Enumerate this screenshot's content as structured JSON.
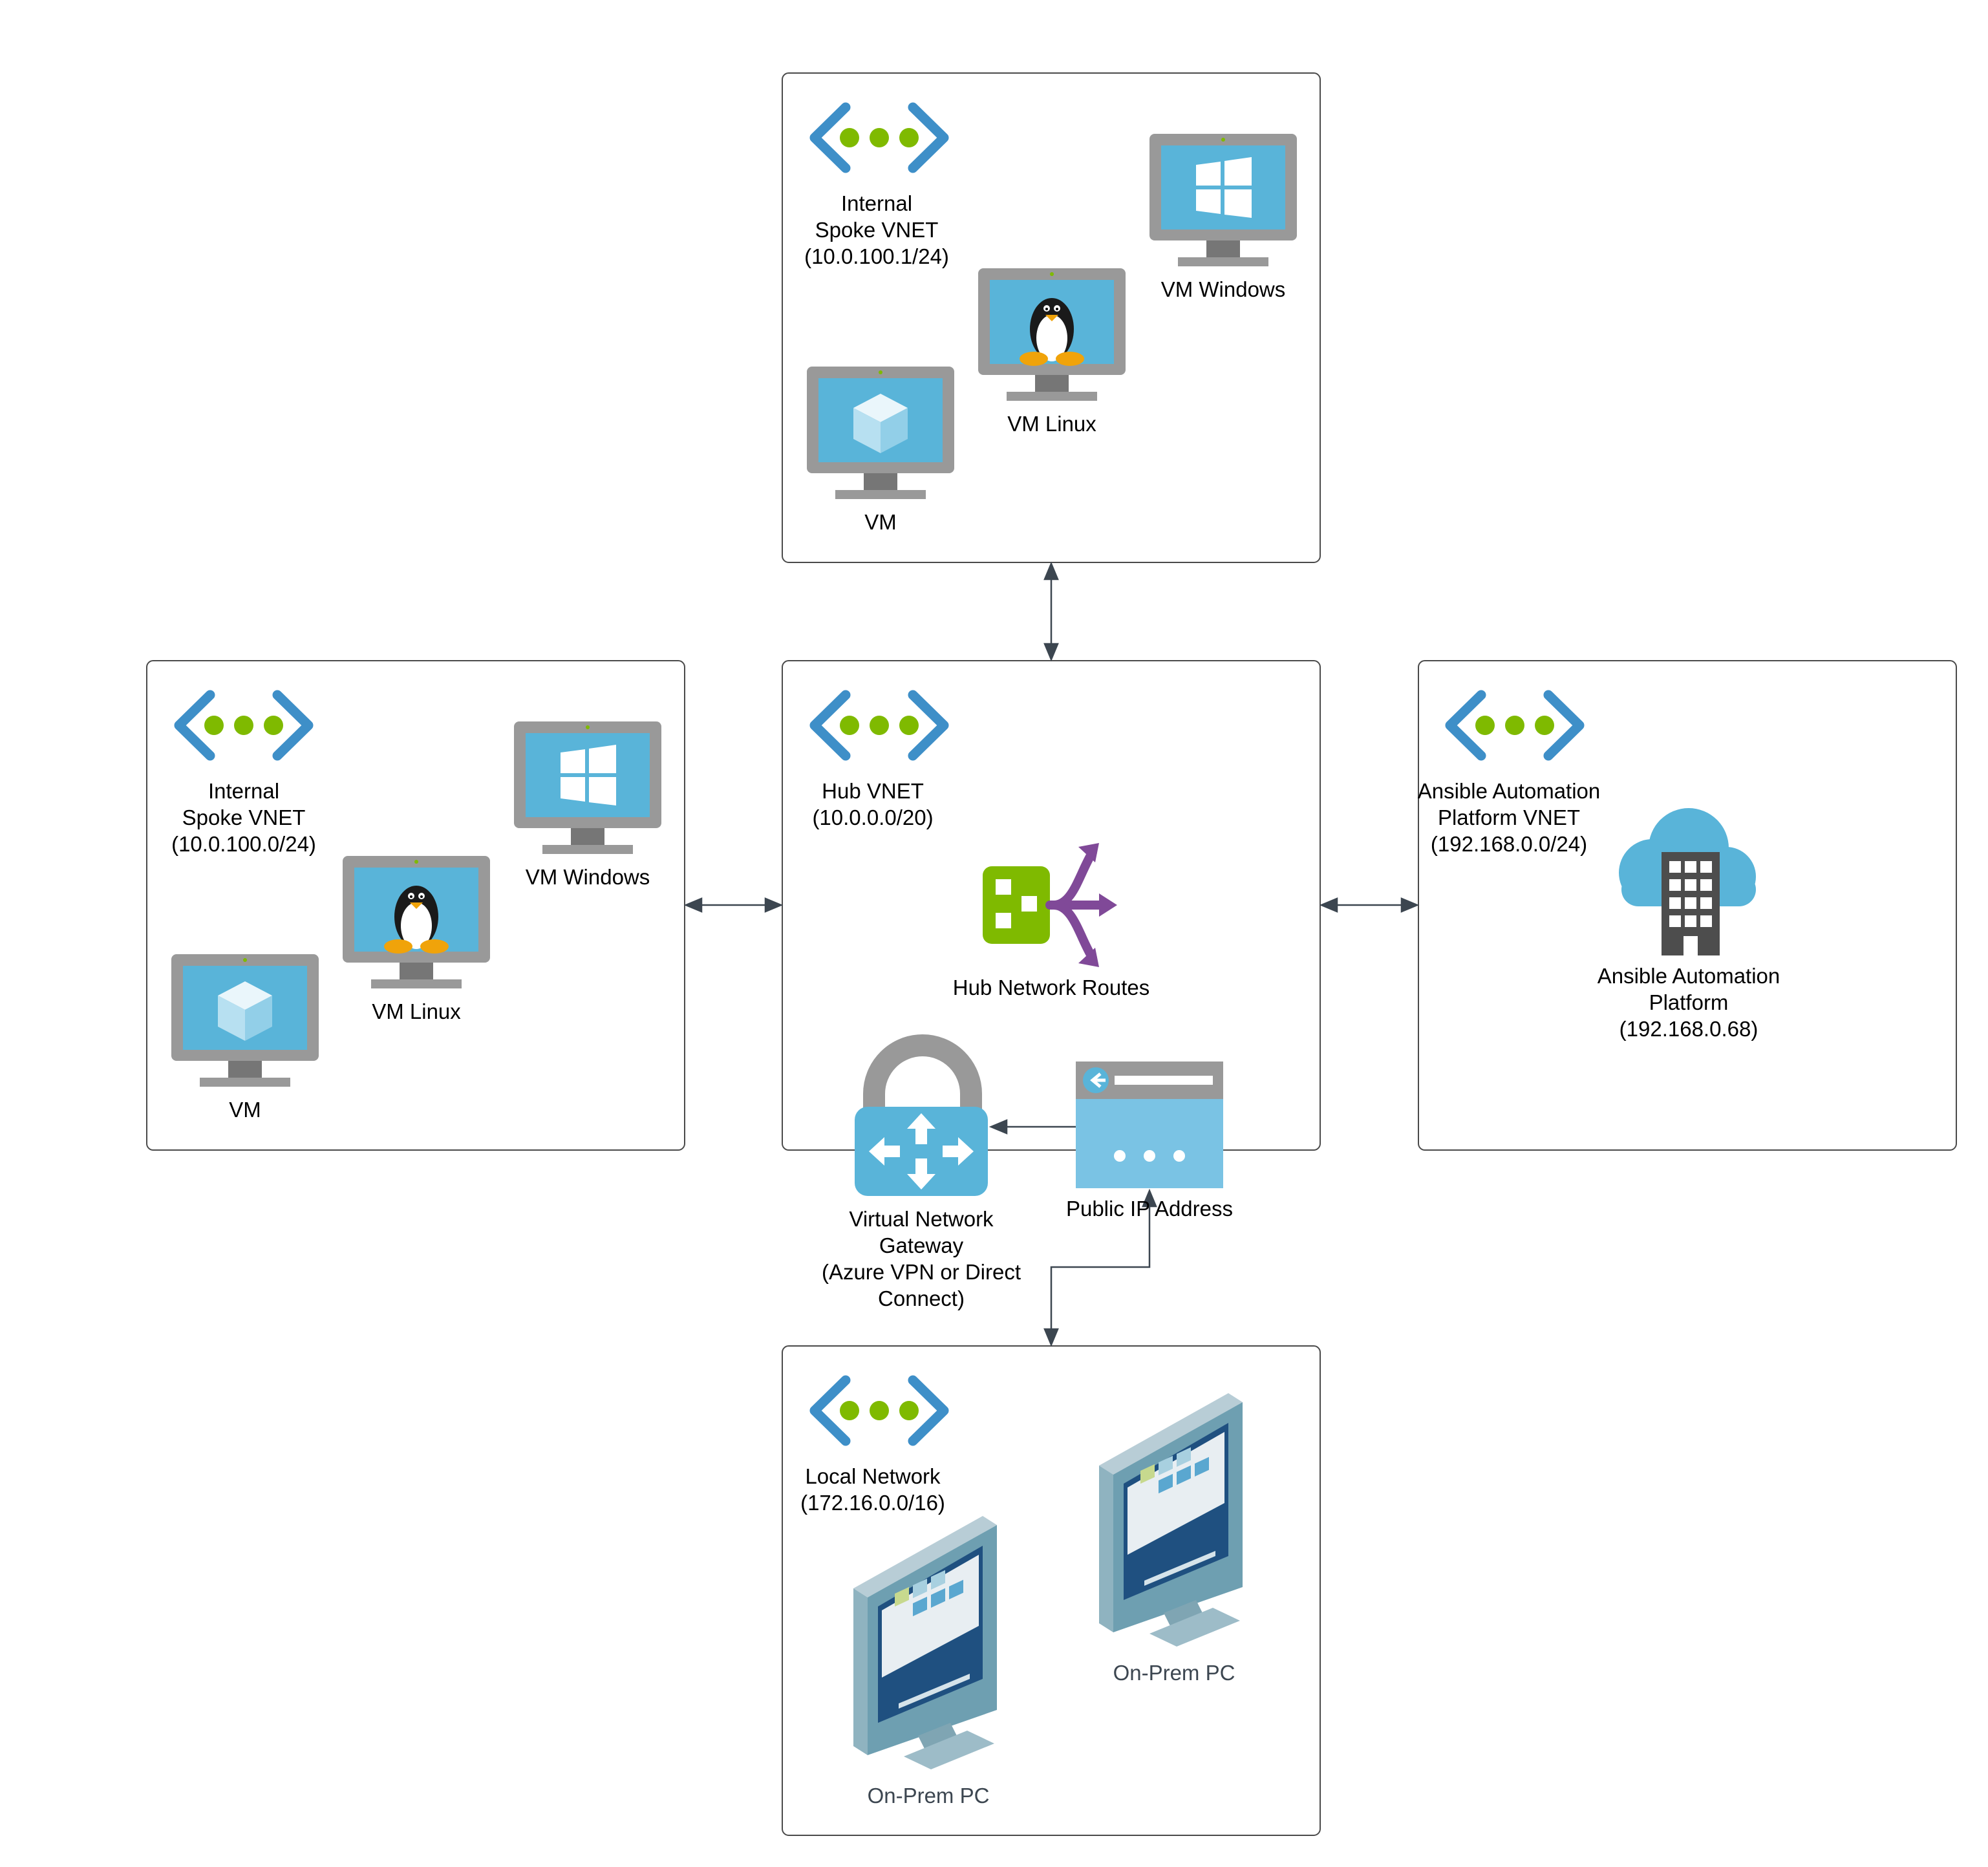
{
  "boxes": {
    "top_spoke": {
      "title": [
        "Internal",
        "Spoke VNET",
        "(10.0.100.1/24)"
      ],
      "vm": "VM",
      "vm_linux": "VM Linux",
      "vm_windows": "VM Windows"
    },
    "left_spoke": {
      "title": [
        "Internal",
        "Spoke VNET",
        "(10.0.100.0/24)"
      ],
      "vm": "VM",
      "vm_linux": "VM Linux",
      "vm_windows": "VM Windows"
    },
    "hub": {
      "title": [
        "Hub VNET",
        "(10.0.0.0/20)"
      ],
      "routes": "Hub Network Routes"
    },
    "ansible": {
      "title": [
        "Ansible Automation",
        "Platform VNET",
        "(192.168.0.0/24)"
      ],
      "platform": [
        "Ansible Automation",
        "Platform",
        "(192.168.0.68)"
      ]
    },
    "local": {
      "title": [
        "Local Network",
        "(172.16.0.0/16)"
      ],
      "pc1": "On-Prem PC",
      "pc2": "On-Prem PC"
    }
  },
  "gateway": {
    "label": [
      "Virtual Network",
      "Gateway",
      "(Azure VPN or Direct",
      "Connect)"
    ]
  },
  "public_ip": {
    "label": "Public IP Address"
  },
  "colors": {
    "azure_blue": "#3e8fc8",
    "screen_blue": "#59b4d9",
    "green": "#7fba00",
    "purple": "#804998",
    "grey": "#999999",
    "border": "#4a4a4a"
  }
}
